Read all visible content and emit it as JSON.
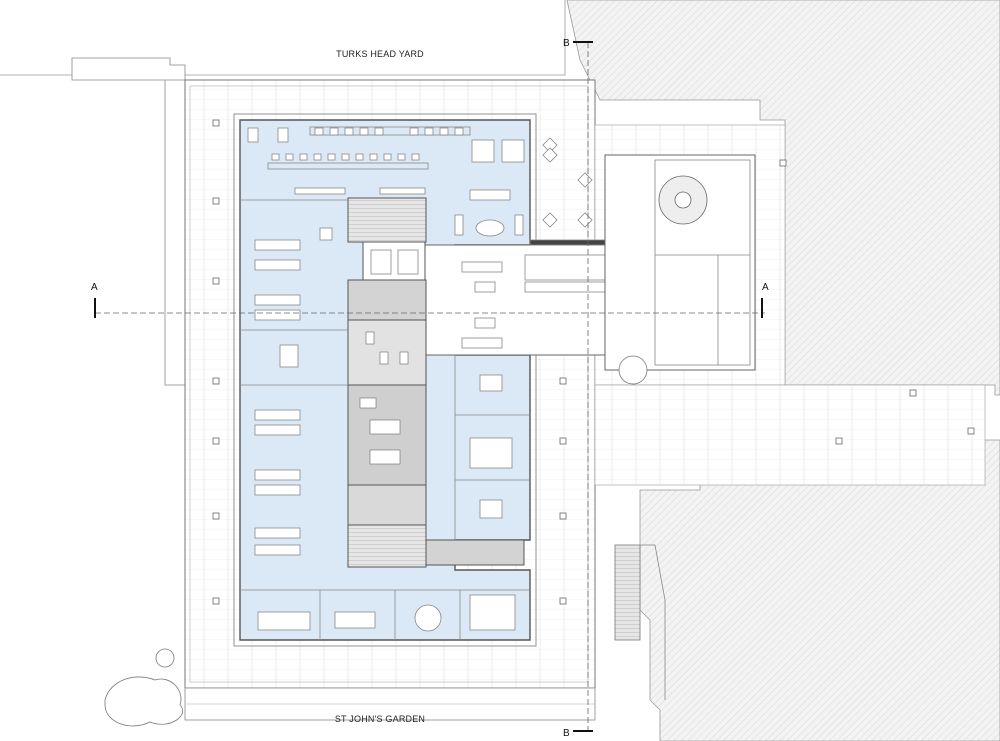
{
  "labels": {
    "street_north": "TURKS HEAD YARD",
    "street_south": "ST JOHN'S GARDEN",
    "section_a": "A",
    "section_b": "B"
  },
  "colors": {
    "office_fill": "#dbe8f6",
    "core_fill": "#cfcfcf",
    "neighbour_hatch": "#d9d9d9",
    "paving_line": "#dddddd",
    "wall": "#666666",
    "furniture": "#8a8a8a"
  }
}
